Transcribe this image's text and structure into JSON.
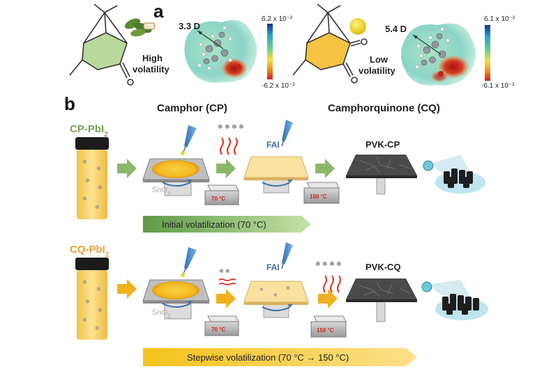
{
  "panel_a": {
    "letter": "a",
    "cp_dipole": "3.3 D",
    "cp_label_line1": "High",
    "cp_label_line2": "volatility",
    "cp_scale_max": "6.2 x 10⁻²",
    "cp_scale_min": "-6.2 x 10⁻²",
    "cq_dipole": "5.4 D",
    "cq_label_line1": "Low",
    "cq_label_line2": "volatility",
    "cq_scale_max": "6.1 x 10⁻²",
    "cq_scale_min": "-6.1 x 10⁻²"
  },
  "panel_b": {
    "letter": "b",
    "header_cp": "Camphor (CP)",
    "header_cq": "Camphorquinone (CQ)",
    "row1": {
      "precursor": "CP-PbI",
      "precursor_sub": "2",
      "substrate": "SnO",
      "substrate_sub": "2",
      "fai": "FAI",
      "temp1": "70 °C",
      "temp2": "150 °C",
      "product": "PVK-CP",
      "banner": "Initial volatilization (70 °C)"
    },
    "row2": {
      "precursor": "CQ-PbI",
      "precursor_sub": "2",
      "substrate": "SnO",
      "substrate_sub": "2",
      "fai": "FAI",
      "temp1": "70 °C",
      "temp2": "150 °C",
      "product": "PVK-CQ",
      "banner": "Stepwise volatilization (70 °C → 150 °C)"
    }
  },
  "colors": {
    "green_arrow": "#8ab868",
    "orange_arrow": "#f0b020",
    "green_banner": "#9cc77a",
    "orange_banner": "#f5c830",
    "film_yellow": "#f7d25a",
    "film_light": "#fbe3a0",
    "dark_film": "#4a4a4a"
  }
}
